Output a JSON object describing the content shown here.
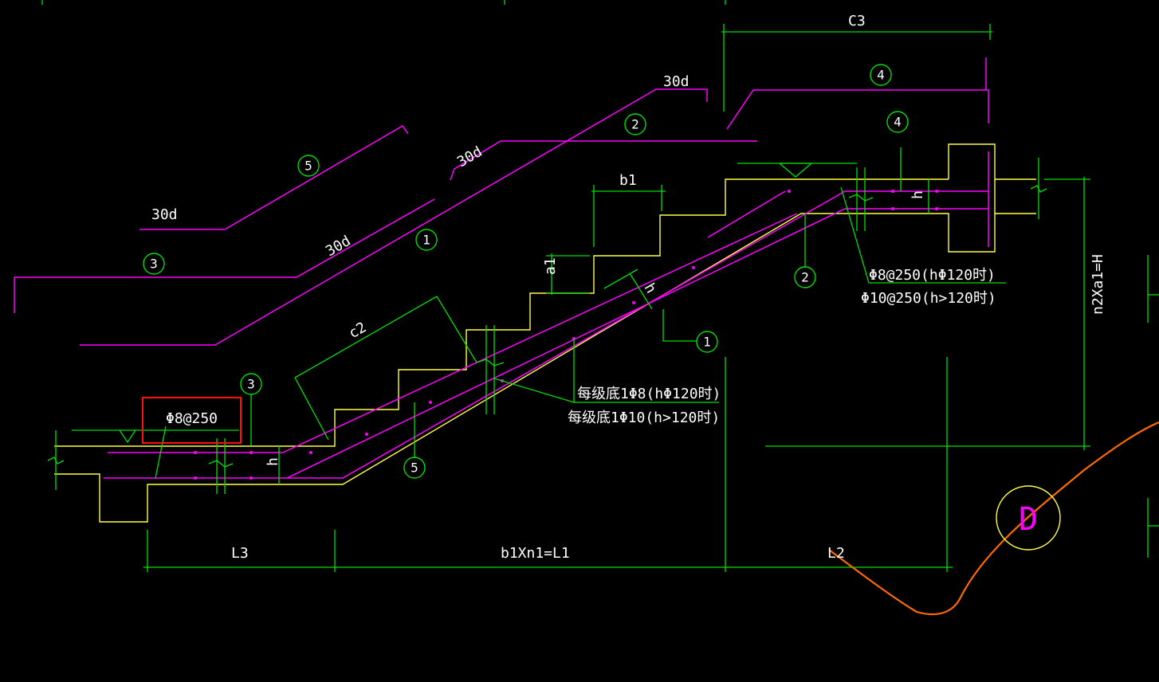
{
  "drawing": {
    "dimensions": {
      "c3": "C3",
      "b1": "b1",
      "a1": "a1",
      "c2": "c2",
      "h_left": "h",
      "h_mid": "h",
      "h_right": "h",
      "l3": "L3",
      "l1": "b1Xn1=L1",
      "l2": "L2",
      "height": "n2Xa1=H"
    },
    "lengths": {
      "top_30d": "30d",
      "bar2_30d": "30d",
      "bar5_30d": "30d",
      "bar1_30d": "30d"
    },
    "bar_tags": {
      "b4_top": "4",
      "b2_top": "2",
      "b5_top": "5",
      "b1_top": "1",
      "b3_top": "3",
      "b4_slab": "4",
      "b2_slab": "2",
      "b1_slab": "1",
      "b3_slab": "3",
      "b5_slab": "5"
    },
    "notes": {
      "left_rebar": "Φ8@250",
      "right_rebar_1": "Φ8@250(hΦ120时)",
      "right_rebar_2": "Φ10@250(h>120时)",
      "step_rebar_1": "每级底1Φ8(hΦ120时)",
      "step_rebar_2": "每级底1Φ10(h>120时)"
    },
    "marker": "D",
    "colors": {
      "dimension": "#00e000",
      "rebar": "#ff00ff",
      "outline": "#ffff40",
      "highlight": "#ff1010",
      "curve": "#ff6a00",
      "background": "#000000"
    }
  }
}
